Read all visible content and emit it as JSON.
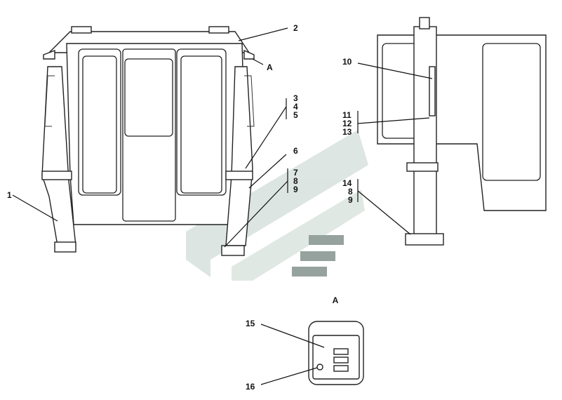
{
  "view_label": "A",
  "arrow_label": "A",
  "callouts": {
    "c1": "1",
    "c2": "2",
    "c3": "3",
    "c4": "4",
    "c5": "5",
    "c6": "6",
    "c7": "7",
    "c8a": "8",
    "c9a": "9",
    "c10": "10",
    "c11": "11",
    "c12": "12",
    "c13": "13",
    "c14": "14",
    "c8b": "8",
    "c9b": "9",
    "c15": "15",
    "c16": "16"
  },
  "colors": {
    "watermark_light": "#d6e0dc",
    "watermark_dark": "#7c8a86",
    "line": "#222222"
  }
}
